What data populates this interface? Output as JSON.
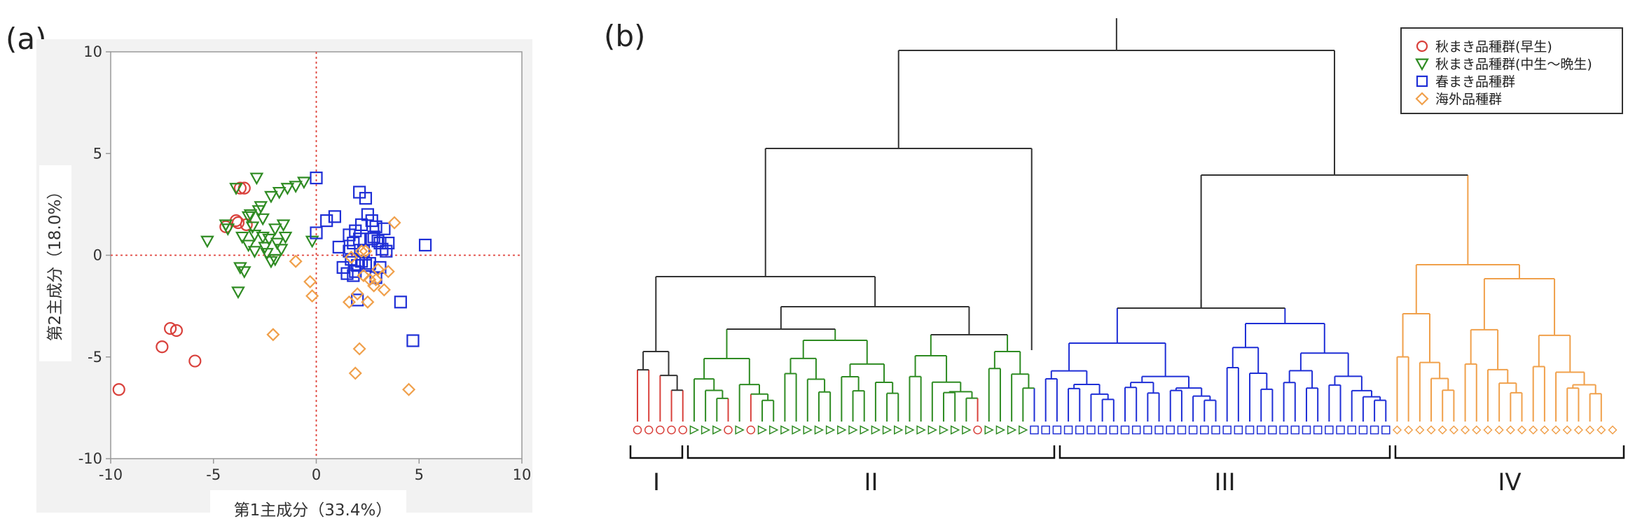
{
  "panels": {
    "a_label": "(a)",
    "b_label": "(b)"
  },
  "colors": {
    "autumn_early": "#d9413c",
    "autumn_mid_late": "#2e8b22",
    "spring": "#1f2fd6",
    "foreign": "#f0a04b",
    "tree": "#333333",
    "axis": "#999999",
    "plot_bg": "#f2f2f2",
    "guide": "#e0443c"
  },
  "legend": {
    "autumn_early": "秋まき品種群(早生)",
    "autumn_mid_late": "秋まき品種群(中生〜晩生)",
    "spring": "春まき品種群",
    "foreign": "海外品種群"
  },
  "chart_data": [
    {
      "type": "scatter",
      "panel": "(a)",
      "xlabel": "第1主成分（33.4%）",
      "ylabel": "第2主成分（18.0%）",
      "xlim": [
        -10,
        10
      ],
      "ylim": [
        -10,
        10
      ],
      "xticks": [
        "-10",
        "-5",
        "0",
        "5",
        "10"
      ],
      "yticks": [
        "10",
        "5",
        "0",
        "-5",
        "-10"
      ],
      "reference_lines": {
        "x": 0,
        "y": 0,
        "style": "dotted",
        "color": "#e0443c"
      },
      "series": [
        {
          "key": "autumn_early",
          "marker": "circle",
          "x": [
            -9.6,
            -7.5,
            -7.1,
            -6.8,
            -5.9,
            -4.4,
            -3.8,
            -3.7,
            -3.4,
            -3.9,
            -3.5
          ],
          "y": [
            -6.6,
            -4.5,
            -3.6,
            -3.7,
            -5.2,
            1.4,
            1.6,
            3.3,
            1.5,
            1.7,
            3.3
          ]
        },
        {
          "key": "autumn_mid_late",
          "marker": "triangle-down",
          "x": [
            -5.3,
            -4.4,
            -4.3,
            -3.9,
            -3.8,
            -3.7,
            -3.6,
            -3.5,
            -3.3,
            -3.2,
            -3.1,
            -3.0,
            -3.0,
            -2.9,
            -2.8,
            -2.7,
            -2.6,
            -2.6,
            -2.5,
            -2.4,
            -2.3,
            -2.2,
            -2.0,
            -2.0,
            -1.9,
            -1.8,
            -1.7,
            -1.6,
            -1.5,
            -1.4,
            -1.0,
            -0.6,
            -0.2,
            -3.3,
            -2.2
          ],
          "y": [
            0.7,
            1.5,
            1.3,
            3.3,
            -1.8,
            -0.6,
            0.9,
            -0.8,
            1.9,
            2.0,
            1.4,
            0.2,
            1.0,
            3.8,
            2.2,
            2.4,
            1.8,
            0.9,
            0.4,
            0.1,
            0.8,
            2.9,
            1.3,
            -0.2,
            0.6,
            3.1,
            0.3,
            1.5,
            0.9,
            3.3,
            3.4,
            3.6,
            0.7,
            0.5,
            -0.3
          ]
        },
        {
          "key": "spring",
          "marker": "square",
          "x": [
            0.0,
            0.0,
            0.5,
            0.9,
            1.1,
            1.3,
            1.5,
            1.6,
            1.7,
            1.8,
            1.9,
            2.0,
            2.1,
            2.2,
            2.3,
            2.4,
            2.5,
            2.6,
            2.7,
            2.8,
            2.9,
            3.0,
            3.1,
            3.2,
            3.3,
            3.4,
            3.5,
            4.1,
            4.7,
            5.3,
            1.8,
            2.0,
            2.2,
            2.4,
            2.1,
            1.6,
            2.7,
            2.9,
            3.1,
            2.4,
            1.9
          ],
          "y": [
            3.8,
            1.1,
            1.7,
            1.9,
            0.4,
            -0.6,
            -0.9,
            1.0,
            -0.2,
            0.6,
            1.2,
            -0.5,
            3.1,
            1.5,
            0.2,
            2.8,
            2.0,
            -0.4,
            1.7,
            0.9,
            -1.1,
            0.7,
            -0.6,
            0.3,
            1.3,
            0.2,
            0.6,
            -2.3,
            -4.2,
            0.5,
            -1.0,
            -2.2,
            -0.3,
            -0.5,
            0.8,
            0.2,
            0.8,
            1.4,
            0.6,
            -0.4,
            -0.8
          ]
        },
        {
          "key": "foreign",
          "marker": "diamond",
          "x": [
            -2.1,
            -1.0,
            -0.3,
            -0.2,
            1.6,
            1.9,
            2.0,
            2.1,
            2.2,
            2.3,
            2.5,
            2.6,
            2.8,
            3.0,
            3.3,
            3.5,
            3.8,
            4.5,
            2.4,
            1.7,
            2.9
          ],
          "y": [
            -3.9,
            -0.3,
            -1.3,
            -2.0,
            -2.3,
            -5.8,
            -1.9,
            -4.6,
            0.2,
            -1.0,
            -2.3,
            -1.2,
            -1.5,
            -0.7,
            -1.7,
            -0.8,
            1.6,
            -6.6,
            0.2,
            -0.1,
            -1.2
          ]
        }
      ]
    },
    {
      "type": "dendrogram",
      "panel": "(b)",
      "group_labels": [
        "I",
        "II",
        "III",
        "IV"
      ],
      "group_leaf_ranges": [
        [
          0,
          4
        ],
        [
          5,
          35
        ],
        [
          36,
          66
        ],
        [
          67,
          85
        ]
      ],
      "leaves": [
        "ae",
        "ae",
        "ae",
        "ae",
        "ae",
        "am",
        "am",
        "am",
        "ae",
        "am",
        "ae",
        "am",
        "am",
        "am",
        "am",
        "am",
        "am",
        "am",
        "am",
        "am",
        "am",
        "am",
        "am",
        "am",
        "am",
        "am",
        "am",
        "am",
        "am",
        "am",
        "ae",
        "am",
        "am",
        "am",
        "am",
        "sp",
        "sp",
        "sp",
        "sp",
        "sp",
        "sp",
        "sp",
        "sp",
        "sp",
        "sp",
        "sp",
        "sp",
        "sp",
        "sp",
        "sp",
        "sp",
        "sp",
        "sp",
        "sp",
        "sp",
        "sp",
        "sp",
        "sp",
        "sp",
        "sp",
        "sp",
        "sp",
        "sp",
        "sp",
        "sp",
        "sp",
        "sp",
        "fo",
        "fo",
        "fo",
        "fo",
        "fo",
        "fo",
        "fo",
        "fo",
        "fo",
        "fo",
        "fo",
        "fo",
        "fo",
        "fo",
        "fo",
        "fo",
        "fo",
        "fo",
        "fo",
        "fo"
      ],
      "leaf_key": {
        "ae": "autumn_early",
        "am": "autumn_mid_late",
        "sp": "spring",
        "fo": "foreign"
      }
    }
  ]
}
